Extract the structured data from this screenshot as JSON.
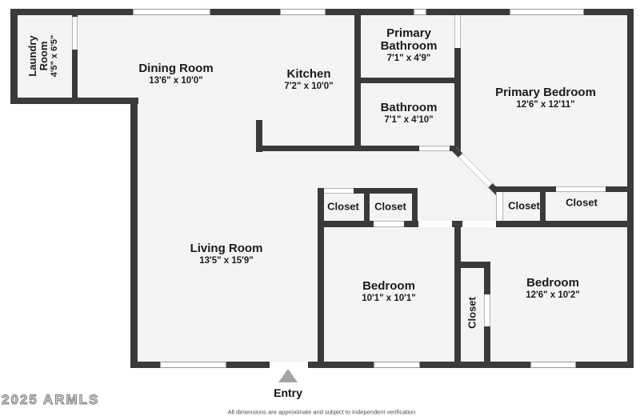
{
  "plan": {
    "rooms": {
      "laundry": {
        "name": "Laundry Room",
        "dims": "4'5\" x 6'5\""
      },
      "dining": {
        "name": "Dining Room",
        "dims": "13'6\" x 10'0\""
      },
      "kitchen": {
        "name": "Kitchen",
        "dims": "7'2\" x 10'0\""
      },
      "primary_bathroom": {
        "name": "Primary Bathroom",
        "dims": "7'1\" x 4'9\""
      },
      "bathroom": {
        "name": "Bathroom",
        "dims": "7'1\" x 4'10\""
      },
      "primary_bedroom": {
        "name": "Primary Bedroom",
        "dims": "12'6\" x 12'11\""
      },
      "living": {
        "name": "Living Room",
        "dims": "13'5\" x 15'9\""
      },
      "bedroom_left": {
        "name": "Bedroom",
        "dims": "10'1\" x 10'1\""
      },
      "bedroom_right": {
        "name": "Bedroom",
        "dims": "12'6\" x 10'2\""
      }
    },
    "closets": {
      "hall_a": "Closet",
      "bedroom_left": "Closet",
      "hall_b": "Closet",
      "primary": "Closet",
      "between_bedrooms": "Closet"
    },
    "entry_label": "Entry",
    "watermark": "2025 ARMLS",
    "disclaimer": "All dimensions are approximate and subject to independent verification",
    "colors": {
      "wall": "#3a3a3c",
      "floor": "#f4f4f5",
      "entry_arrow": "#a3a3a3"
    }
  }
}
